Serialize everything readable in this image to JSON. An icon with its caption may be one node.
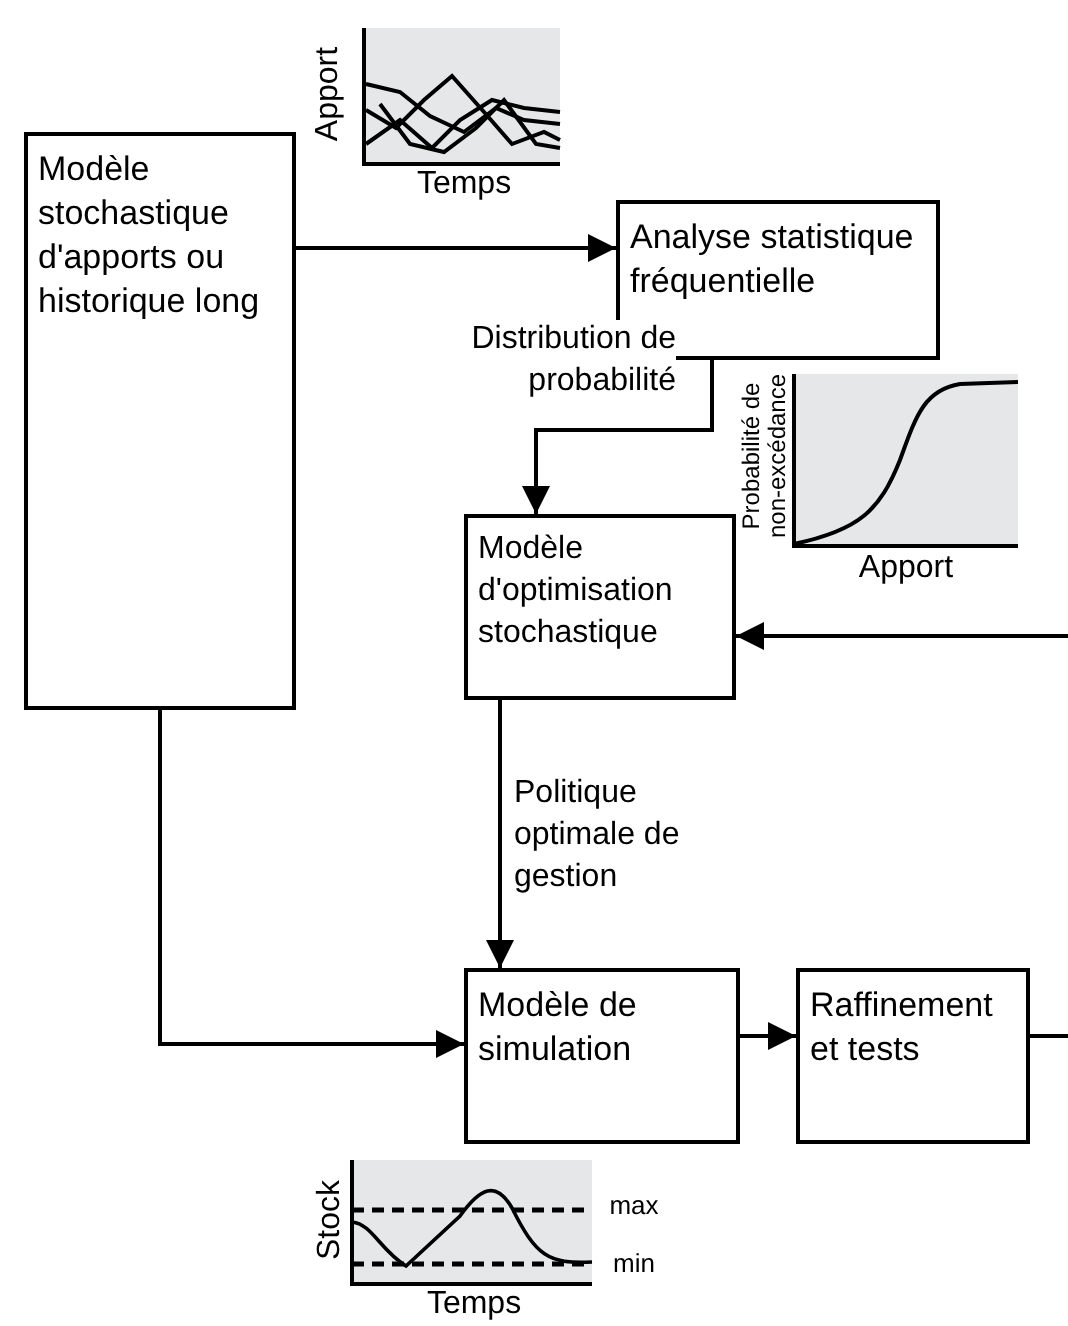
{
  "diagram": {
    "nodes": [
      {
        "text": [
          "Modèle stochastique d'apports ou historique long"
        ]
      },
      {
        "text": [
          "Analyse statistique fréquentielle"
        ]
      },
      {
        "text": [
          "Modèle d'optimisation stochastique"
        ]
      },
      {
        "text": [
          "Modèle de simulation"
        ]
      },
      {
        "text": [
          "Raffinement et tests"
        ]
      }
    ],
    "edges": [
      {
        "from": 0,
        "to": 1,
        "arrow": "to"
      },
      {
        "from": 1,
        "to": 2,
        "arrow": "to",
        "label": "Distribution de probabilité"
      },
      {
        "from": 4,
        "to": null,
        "arrow": "none"
      },
      {
        "from": null,
        "to": 2,
        "arrow": "to"
      },
      {
        "from": 2,
        "to": 3,
        "arrow": "to",
        "label": "Politique optimale de gestion"
      },
      {
        "from": 0,
        "to": 3,
        "arrow": "to"
      },
      {
        "from": 3,
        "to": 4,
        "arrow": "to"
      }
    ],
    "labels": [
      "Apport",
      "Temps",
      "Probabilité de non-excédance",
      "Apport",
      "Stock",
      "Temps",
      "max",
      "min"
    ]
  }
}
